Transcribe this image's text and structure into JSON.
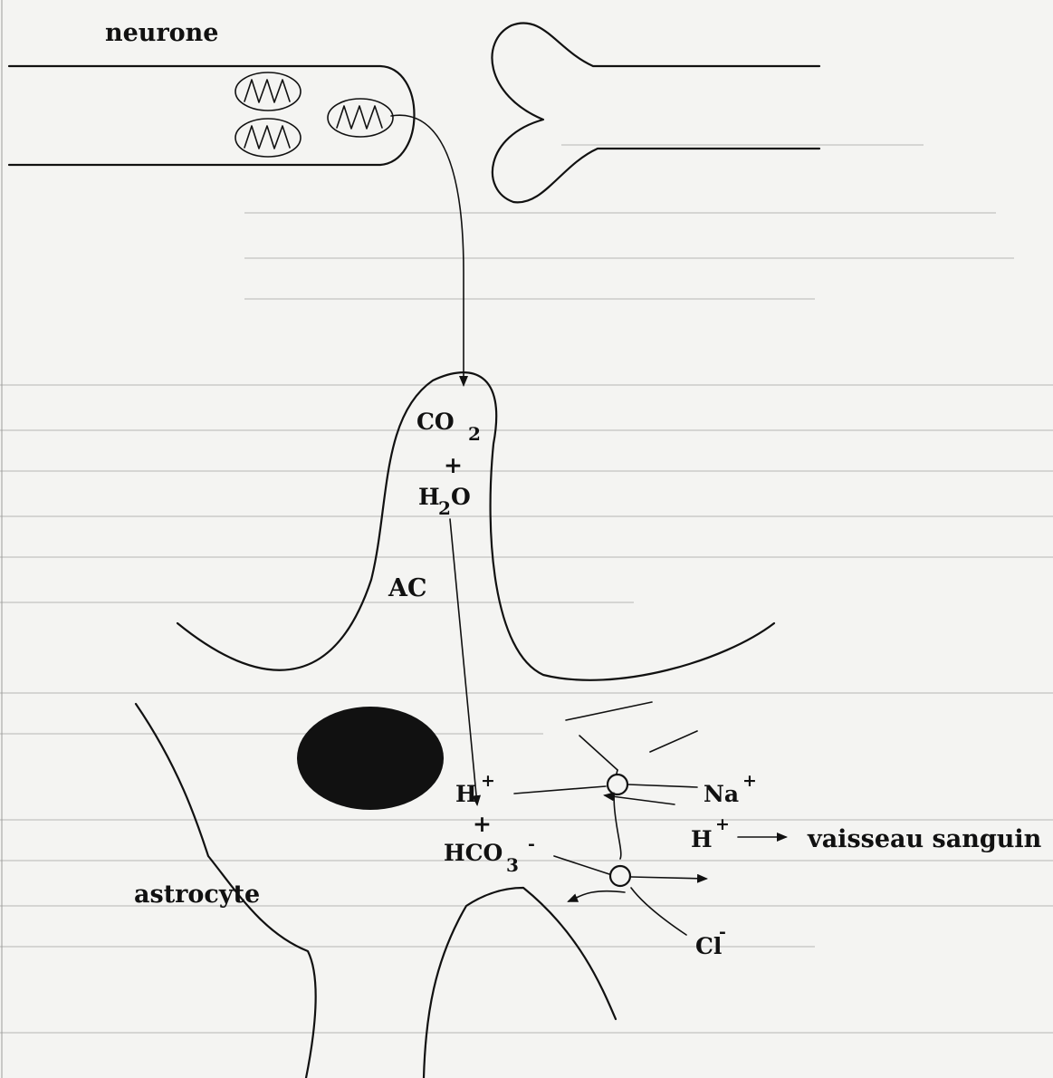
{
  "labels": {
    "neurone": "neurone",
    "astrocyte": "astrocyte",
    "ac": "AC",
    "vaisseau_sanguin": "vaisseau sanguin"
  },
  "reaction_top": {
    "co2_base": "CO",
    "co2_sub": "2",
    "plus": "+",
    "h2o_h": "H",
    "h2o_sub": "2",
    "h2o_o": "O"
  },
  "reaction_bottom": {
    "h_base": "H",
    "h_sup": "+",
    "plus": "+",
    "hco3_base": "HCO",
    "hco3_sub": "3",
    "hco3_sup": "-"
  },
  "transport": {
    "na_base": "Na",
    "na_sup": "+",
    "h_base": "H",
    "h_sup": "+",
    "cl_base": "Cl",
    "cl_sup": "-"
  }
}
